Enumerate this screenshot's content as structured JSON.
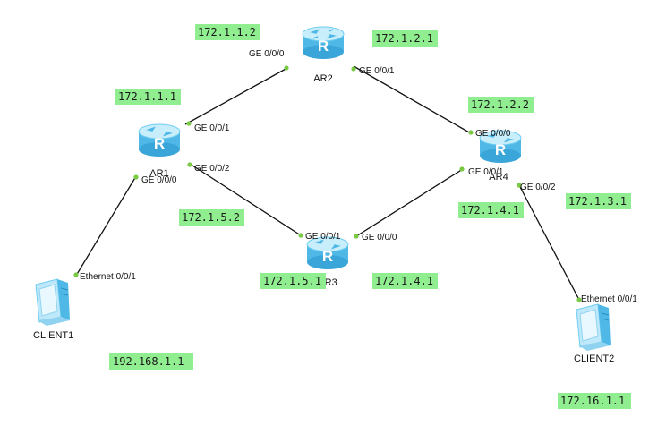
{
  "colors": {
    "ip_box": "#90ee90",
    "link": "#111111",
    "port_dot": "#7ac943",
    "router_body": "#6ecdf0",
    "router_top": "#c8eefc",
    "router_letter": "#ffffff",
    "pc_color": "#8fd3f0"
  },
  "devices": {
    "ar1": {
      "label": "AR1",
      "type": "router",
      "letter": "R",
      "icon": "router-icon"
    },
    "ar2": {
      "label": "AR2",
      "type": "router",
      "letter": "R",
      "icon": "router-icon"
    },
    "ar3": {
      "label": "AR3",
      "type": "router",
      "letter": "R",
      "icon": "router-icon"
    },
    "ar4": {
      "label": "AR4",
      "type": "router",
      "letter": "R",
      "icon": "router-icon"
    },
    "client1": {
      "label": "CLIENT1",
      "type": "pc",
      "icon": "computer-icon"
    },
    "client2": {
      "label": "CLIENT2",
      "type": "pc",
      "icon": "computer-icon"
    }
  },
  "interfaces": {
    "ar2_ge000": "GE 0/0/0",
    "ar2_ge001": "GE 0/0/1",
    "ar1_ge001": "GE 0/0/1",
    "ar1_ge002": "GE 0/0/2",
    "ar1_ge000": "GE 0/0/0",
    "ar4_ge000": "GE 0/0/0",
    "ar4_ge001": "GE 0/0/1",
    "ar4_ge002": "GE 0/0/2",
    "ar3_ge001": "GE 0/0/1",
    "ar3_ge000": "GE 0/0/0",
    "client1_eth": "Ethernet 0/0/1",
    "client2_eth": "Ethernet 0/0/1"
  },
  "ip_labels": {
    "ip_172_1_1_2": "172.1.1.2",
    "ip_172_1_2_1": "172.1.2.1",
    "ip_172_1_1_1": "172.1.1.1",
    "ip_172_1_2_2": "172.1.2.2",
    "ip_172_1_5_2": "172.1.5.2",
    "ip_172_1_4_1_right": "172.1.4.1",
    "ip_172_1_3_1": "172.1.3.1",
    "ip_172_1_5_1": "172.1.5.1",
    "ip_172_1_4_1_mid": "172.1.4.1",
    "ip_192_168_1_1": "192.168.1.1",
    "ip_172_16_1_1": "172.16.1.1"
  }
}
